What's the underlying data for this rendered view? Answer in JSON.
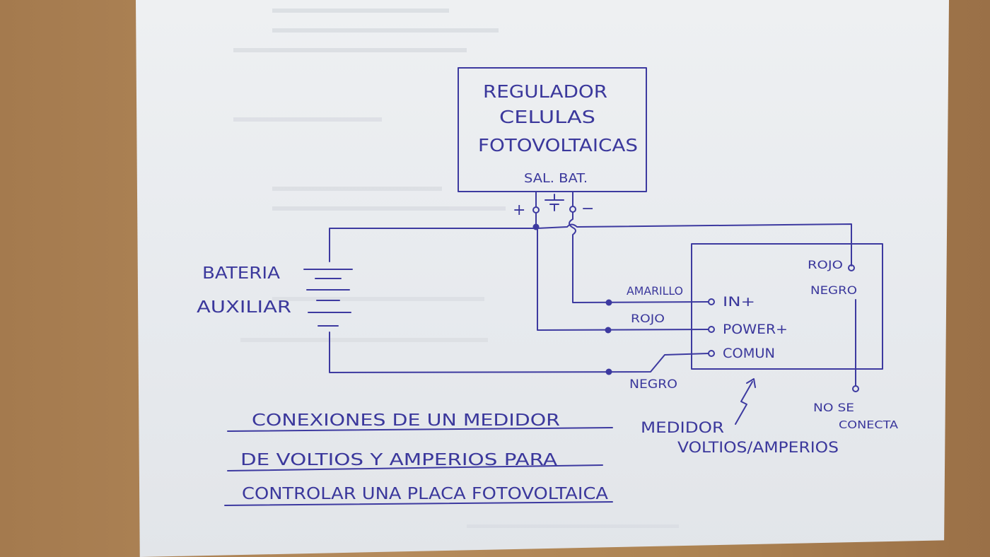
{
  "regulator": {
    "line1": "REGULADOR",
    "line2": "CELULAS",
    "line3": "FOTOVOLTAICAS",
    "port": "SAL. BAT.",
    "plus": "+",
    "minus": "−"
  },
  "battery": {
    "line1": "BATERIA",
    "line2": "AUXILIAR"
  },
  "meter": {
    "terminals": [
      "IN+",
      "POWER+",
      "COMUN"
    ],
    "top_terminals": [
      "ROJO",
      "NEGRO"
    ],
    "label_line1": "MEDIDOR",
    "label_line2": "VOLTIOS/AMPERIOS",
    "no_connect_line1": "NO SE",
    "no_connect_line2": "CONECTA"
  },
  "wires": {
    "yellow": "AMARILLO",
    "red": "ROJO",
    "black": "NEGRO"
  },
  "caption": {
    "line1": "CONEXIONES DE UN MEDIDOR",
    "line2": "DE VOLTIOS Y AMPERIOS PARA",
    "line3": "CONTROLAR UNA PLACA FOTOVOLTAICA"
  },
  "colors": {
    "ink": "#3d3aa0",
    "paper": "#eceef1",
    "desk": "#b0865a"
  }
}
